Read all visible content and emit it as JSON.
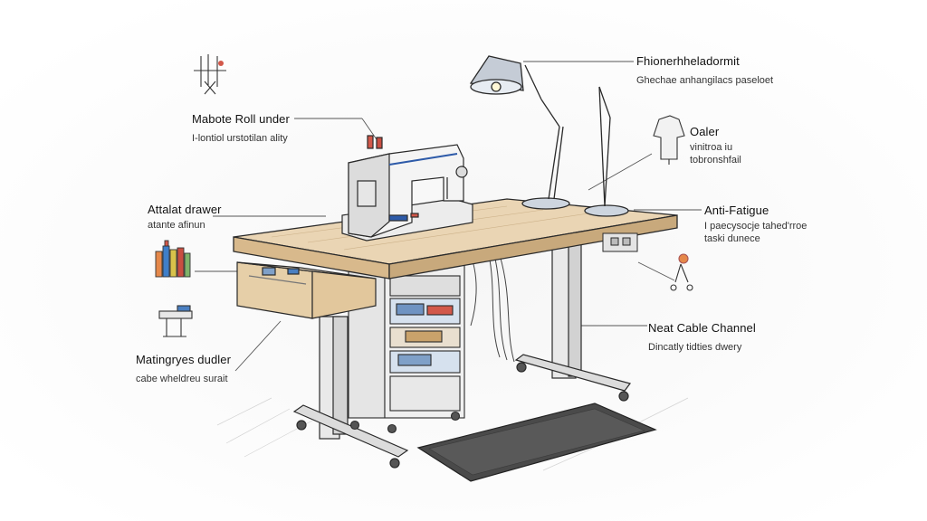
{
  "annotations": {
    "roll_under": {
      "title": "Mabote Roll under",
      "subtitle": "I-lontiol urstotilan ality"
    },
    "drawer": {
      "title": "Attalat drawer",
      "subtitle": "atante afinun"
    },
    "mat_guides": {
      "title": "Matingryes dudler",
      "subtitle": "cabe wheldreu surait"
    },
    "lamp": {
      "title": "Fhionerhheladormit",
      "subtitle": "Ghechae anhangilacs paseloet"
    },
    "dress_form": {
      "title": "Oaler",
      "subtitle_line1": "vinitroa iu",
      "subtitle_line2": "tobronshfail"
    },
    "anti_fatigue": {
      "title": "Anti-Fatigue",
      "subtitle_line1": "I paecysocje tahed'rroe",
      "subtitle_line2": "taski dunece"
    },
    "cable_channel": {
      "title": "Neat Cable Channel",
      "subtitle": "Dincatly tidties dwery"
    }
  },
  "icons": [
    "tools-icon",
    "thread-spools-icon",
    "clamp-icon",
    "dress-form-icon",
    "scissors-icon"
  ],
  "colors": {
    "sketch_line": "#2a2a2a",
    "desk_top": "#ead5b4",
    "desk_edge": "#c8a97c",
    "machine_accent": "#2d5aa8",
    "mat": "#4a4a4a"
  }
}
